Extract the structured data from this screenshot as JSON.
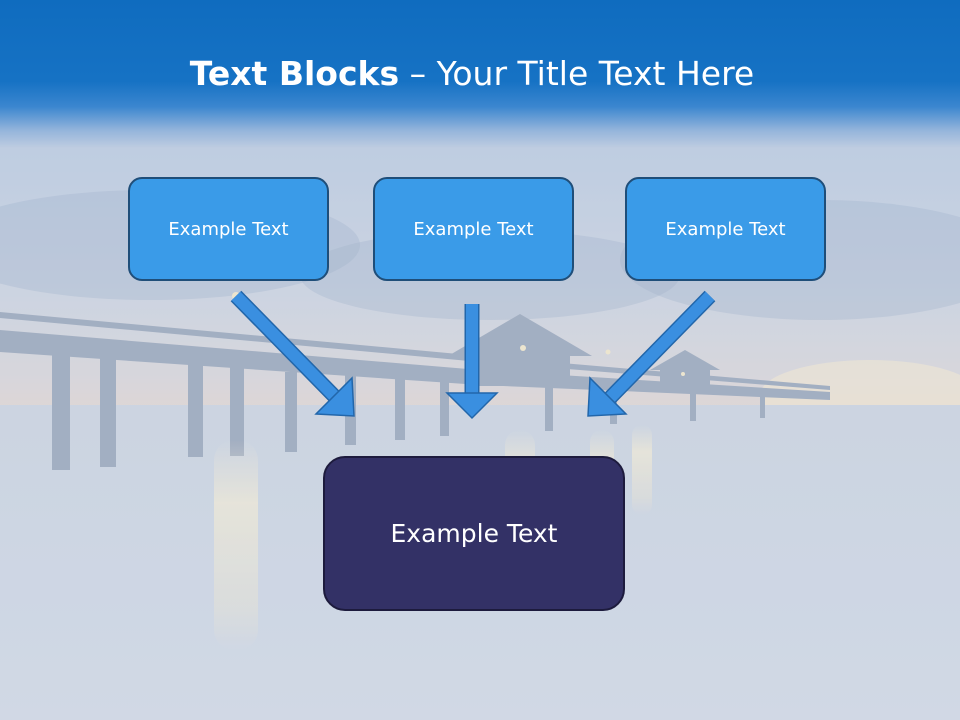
{
  "title": {
    "bold": "Text Blocks",
    "rest": " – Your Title Text Here"
  },
  "blocks": [
    {
      "label": "Example Text"
    },
    {
      "label": "Example Text"
    },
    {
      "label": "Example Text"
    }
  ],
  "main_block": {
    "label": "Example Text"
  },
  "colors": {
    "title_bar": "#1672c4",
    "small_box": "#3a9be8",
    "main_box": "#333166",
    "arrow": "#3a8fe0"
  }
}
